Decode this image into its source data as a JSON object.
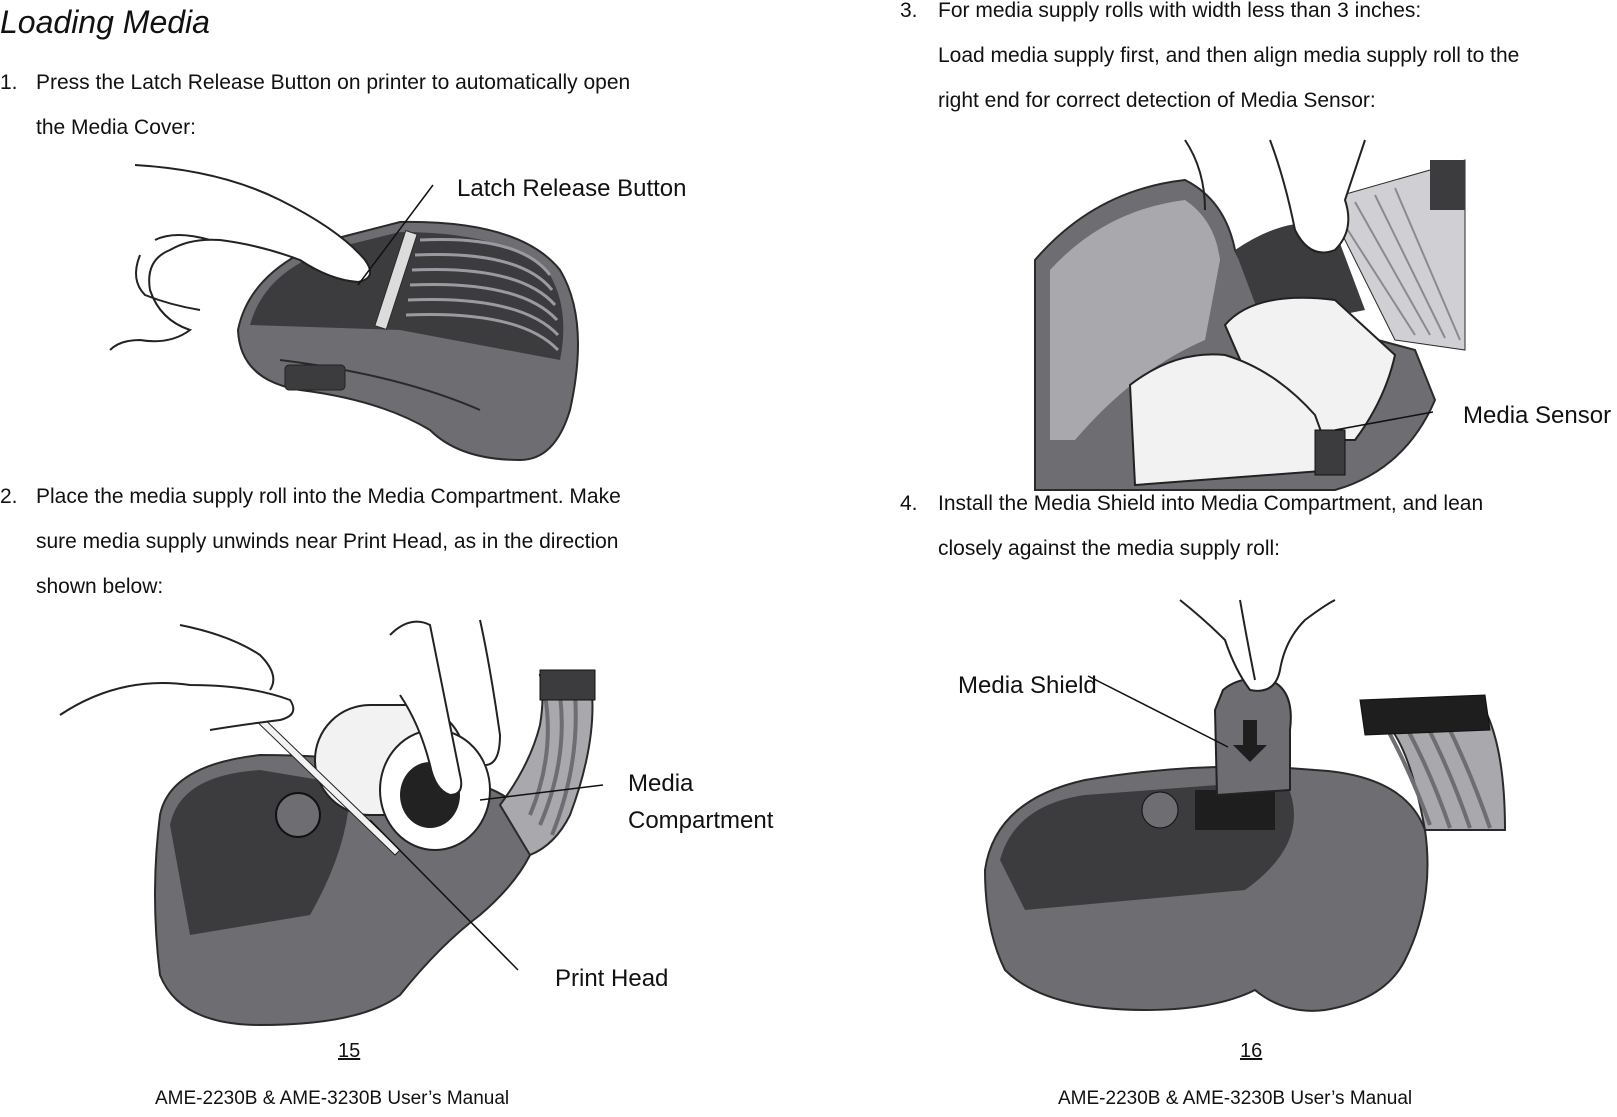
{
  "left_page": {
    "heading": "Loading Media",
    "step1": {
      "number": "1.",
      "line1": "Press the Latch Release Button on printer to automatically open",
      "line2": "the Media Cover:",
      "callout": "Latch Release Button"
    },
    "step2": {
      "number": "2.",
      "line1": "Place the media supply roll into the Media Compartment. Make",
      "line2": "sure media supply unwinds near Print Head, as in the direction",
      "line3": "shown below:",
      "callout_compartment_1": "Media",
      "callout_compartment_2": "Compartment",
      "callout_head": "Print Head"
    },
    "page_number": "15",
    "footer": "AME-2230B & AME-3230B User’s Manual"
  },
  "right_page": {
    "step3": {
      "number": "3.",
      "line1": "For media supply rolls with width less than 3 inches:",
      "line2": "Load media supply first, and then align media supply roll to the",
      "line3": "right end for correct detection of Media Sensor:",
      "callout": "Media Sensor"
    },
    "step4": {
      "number": "4.",
      "line1": "Install the Media Shield into Media Compartment, and lean",
      "line2": "closely against the media supply roll:",
      "callout": "Media Shield"
    },
    "page_number": "16",
    "footer": "AME-2230B & AME-3230B User’s Manual"
  },
  "colors": {
    "printer_dark": "#3c3c3e",
    "printer_mid": "#6e6e72",
    "printer_light": "#a9a9ad",
    "paper": "#f2f2f2"
  }
}
